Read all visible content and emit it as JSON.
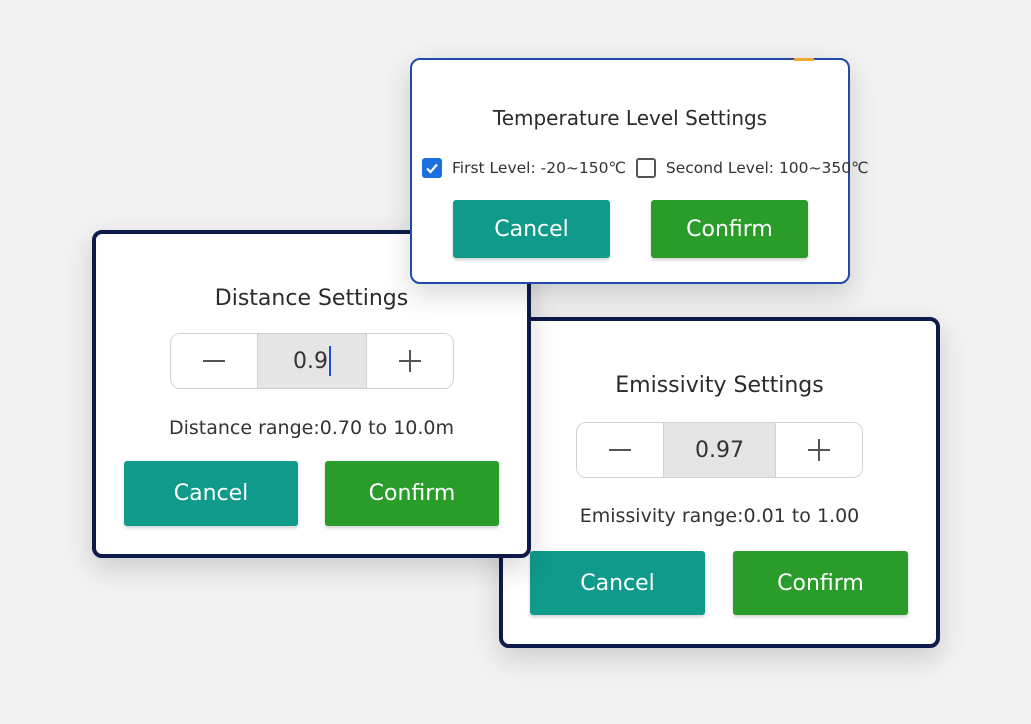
{
  "temperature_dialog": {
    "title": "Temperature Level Settings",
    "options": [
      {
        "label": "First Level: -20~150℃",
        "checked": true
      },
      {
        "label": "Second Level: 100~350℃",
        "checked": false
      }
    ],
    "cancel_label": "Cancel",
    "confirm_label": "Confirm"
  },
  "distance_dialog": {
    "title": "Distance Settings",
    "decrement_icon": "minus-icon",
    "increment_icon": "plus-icon",
    "value": "0.9",
    "range_text": "Distance range:0.70 to 10.0m",
    "cancel_label": "Cancel",
    "confirm_label": "Confirm"
  },
  "emissivity_dialog": {
    "title": "Emissivity Settings",
    "decrement_icon": "minus-icon",
    "increment_icon": "plus-icon",
    "value": "0.97",
    "range_text": "Emissivity range:0.01 to 1.00",
    "cancel_label": "Cancel",
    "confirm_label": "Confirm"
  },
  "colors": {
    "cancel": "#0f9a8b",
    "confirm": "#2a9c2a",
    "checkbox_checked": "#1d6fe0",
    "dialog_border_dark": "#0d1a4a",
    "dialog_border_blue": "#1f4aa8"
  }
}
